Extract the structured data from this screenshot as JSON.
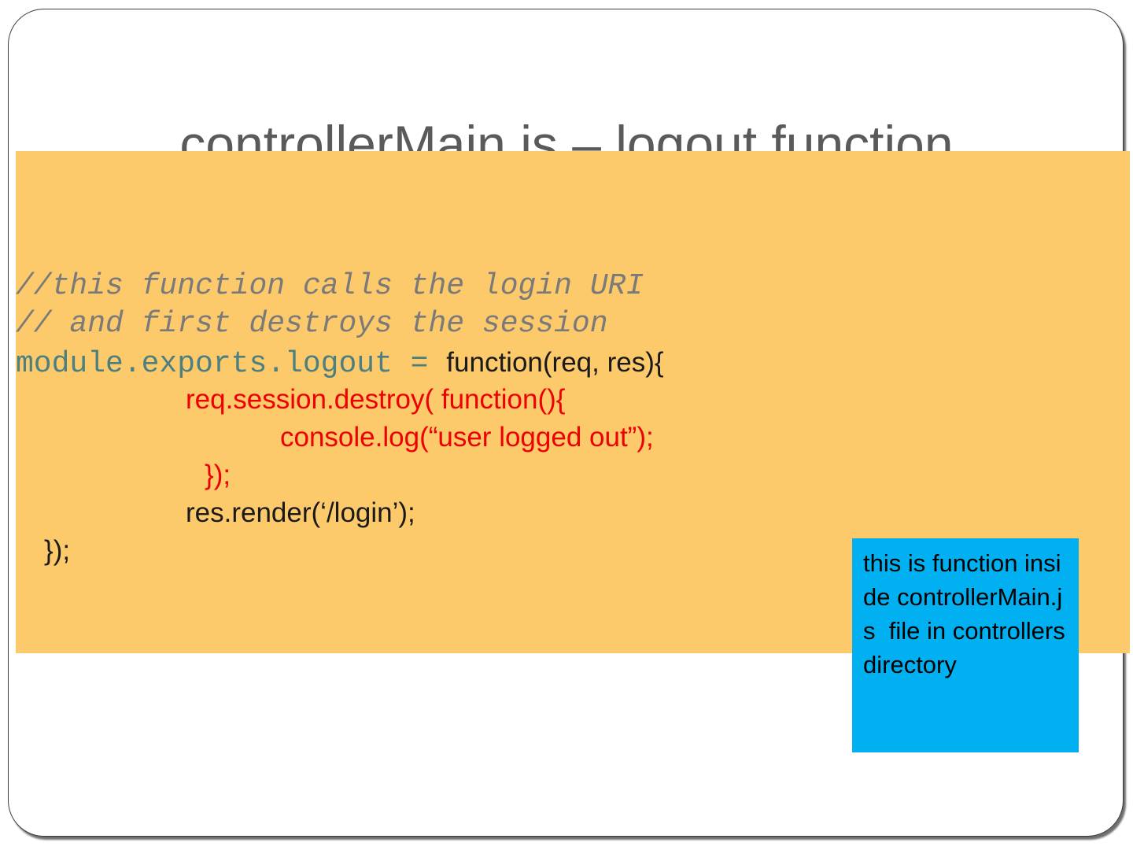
{
  "slide": {
    "title": "controllerMain.js – logout function"
  },
  "code": {
    "comment_1": "//this function calls the login URI",
    "comment_2": "// and first destroys the session",
    "export_prefix": "module.exports.logout = ",
    "export_suffix": "function(req, res){",
    "destroy_call": "req.session.destroy( function(){",
    "console_call": "console.log(“user logged out”);",
    "inner_close": "});",
    "render_call": "res.render(‘/login’);",
    "outer_close": "});"
  },
  "note": {
    "text": "this is function inside controllerMain.js  file in controllers directory"
  },
  "colors": {
    "code_panel_background": "#fcc96b",
    "note_background": "#00b0f0",
    "highlight_red": "#ee0000",
    "comment_gray": "#7a7a7a",
    "mono_teal": "#4c7f7f"
  }
}
